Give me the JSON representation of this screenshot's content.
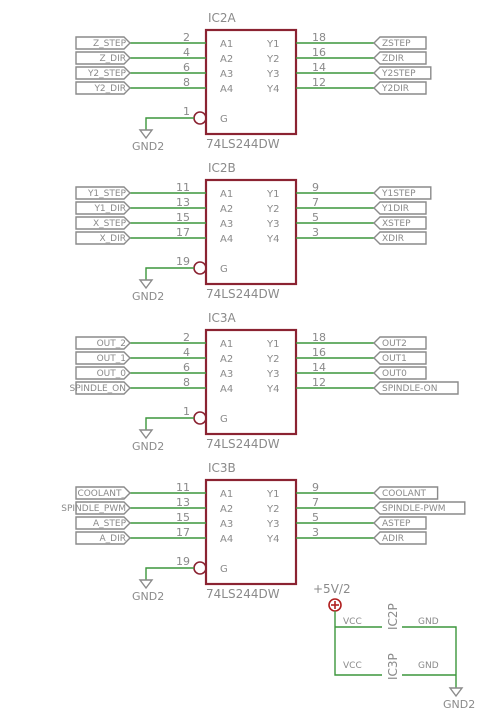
{
  "gates": [
    {
      "name": "IC2A",
      "value": "74LS244DW",
      "g_pin": "1",
      "gnd": "GND2",
      "inputs": [
        {
          "num": "2",
          "name": "A1",
          "label": "Z_STEP"
        },
        {
          "num": "4",
          "name": "A2",
          "label": "Z_DIR"
        },
        {
          "num": "6",
          "name": "A3",
          "label": "Y2_STEP"
        },
        {
          "num": "8",
          "name": "A4",
          "label": "Y2_DIR"
        }
      ],
      "outputs": [
        {
          "num": "18",
          "name": "Y1",
          "label": "ZSTEP"
        },
        {
          "num": "16",
          "name": "Y2",
          "label": "ZDIR"
        },
        {
          "num": "14",
          "name": "Y3",
          "label": "Y2STEP"
        },
        {
          "num": "12",
          "name": "Y4",
          "label": "Y2DIR"
        }
      ]
    },
    {
      "name": "IC2B",
      "value": "74LS244DW",
      "g_pin": "19",
      "gnd": "GND2",
      "inputs": [
        {
          "num": "11",
          "name": "A1",
          "label": "Y1_STEP"
        },
        {
          "num": "13",
          "name": "A2",
          "label": "Y1_DIR"
        },
        {
          "num": "15",
          "name": "A3",
          "label": "X_STEP"
        },
        {
          "num": "17",
          "name": "A4",
          "label": "X_DIR"
        }
      ],
      "outputs": [
        {
          "num": "9",
          "name": "Y1",
          "label": "Y1STEP"
        },
        {
          "num": "7",
          "name": "Y2",
          "label": "Y1DIR"
        },
        {
          "num": "5",
          "name": "Y3",
          "label": "XSTEP"
        },
        {
          "num": "3",
          "name": "Y4",
          "label": "XDIR"
        }
      ]
    },
    {
      "name": "IC3A",
      "value": "74LS244DW",
      "g_pin": "1",
      "gnd": "GND2",
      "inputs": [
        {
          "num": "2",
          "name": "A1",
          "label": "OUT_2"
        },
        {
          "num": "4",
          "name": "A2",
          "label": "OUT_1"
        },
        {
          "num": "6",
          "name": "A3",
          "label": "OUT_0"
        },
        {
          "num": "8",
          "name": "A4",
          "label": "SPINDLE_ON"
        }
      ],
      "outputs": [
        {
          "num": "18",
          "name": "Y1",
          "label": "OUT2"
        },
        {
          "num": "16",
          "name": "Y2",
          "label": "OUT1"
        },
        {
          "num": "14",
          "name": "Y3",
          "label": "OUT0"
        },
        {
          "num": "12",
          "name": "Y4",
          "label": "SPINDLE-ON"
        }
      ]
    },
    {
      "name": "IC3B",
      "value": "74LS244DW",
      "g_pin": "19",
      "gnd": "GND2",
      "inputs": [
        {
          "num": "11",
          "name": "A1",
          "label": "COOLANT_"
        },
        {
          "num": "13",
          "name": "A2",
          "label": "SPINDLE_PWM"
        },
        {
          "num": "15",
          "name": "A3",
          "label": "A_STEP"
        },
        {
          "num": "17",
          "name": "A4",
          "label": "A_DIR"
        }
      ],
      "outputs": [
        {
          "num": "9",
          "name": "Y1",
          "label": "COOLANT"
        },
        {
          "num": "7",
          "name": "Y2",
          "label": "SPINDLE-PWM"
        },
        {
          "num": "5",
          "name": "Y3",
          "label": "ASTEP"
        },
        {
          "num": "3",
          "name": "Y4",
          "label": "ADIR"
        }
      ]
    }
  ],
  "power": {
    "supply_label": "+5V/2",
    "gnd_label": "GND2",
    "units": [
      {
        "name": "IC2P",
        "vcc": "VCC",
        "gnd": "GND"
      },
      {
        "name": "IC3P",
        "vcc": "VCC",
        "gnd": "GND"
      }
    ]
  },
  "colors": {
    "body": "#8b2332",
    "wire": "#3c963c",
    "label": "#8a8a8a",
    "text": "#8a8a8a",
    "supply": "#b02020"
  }
}
